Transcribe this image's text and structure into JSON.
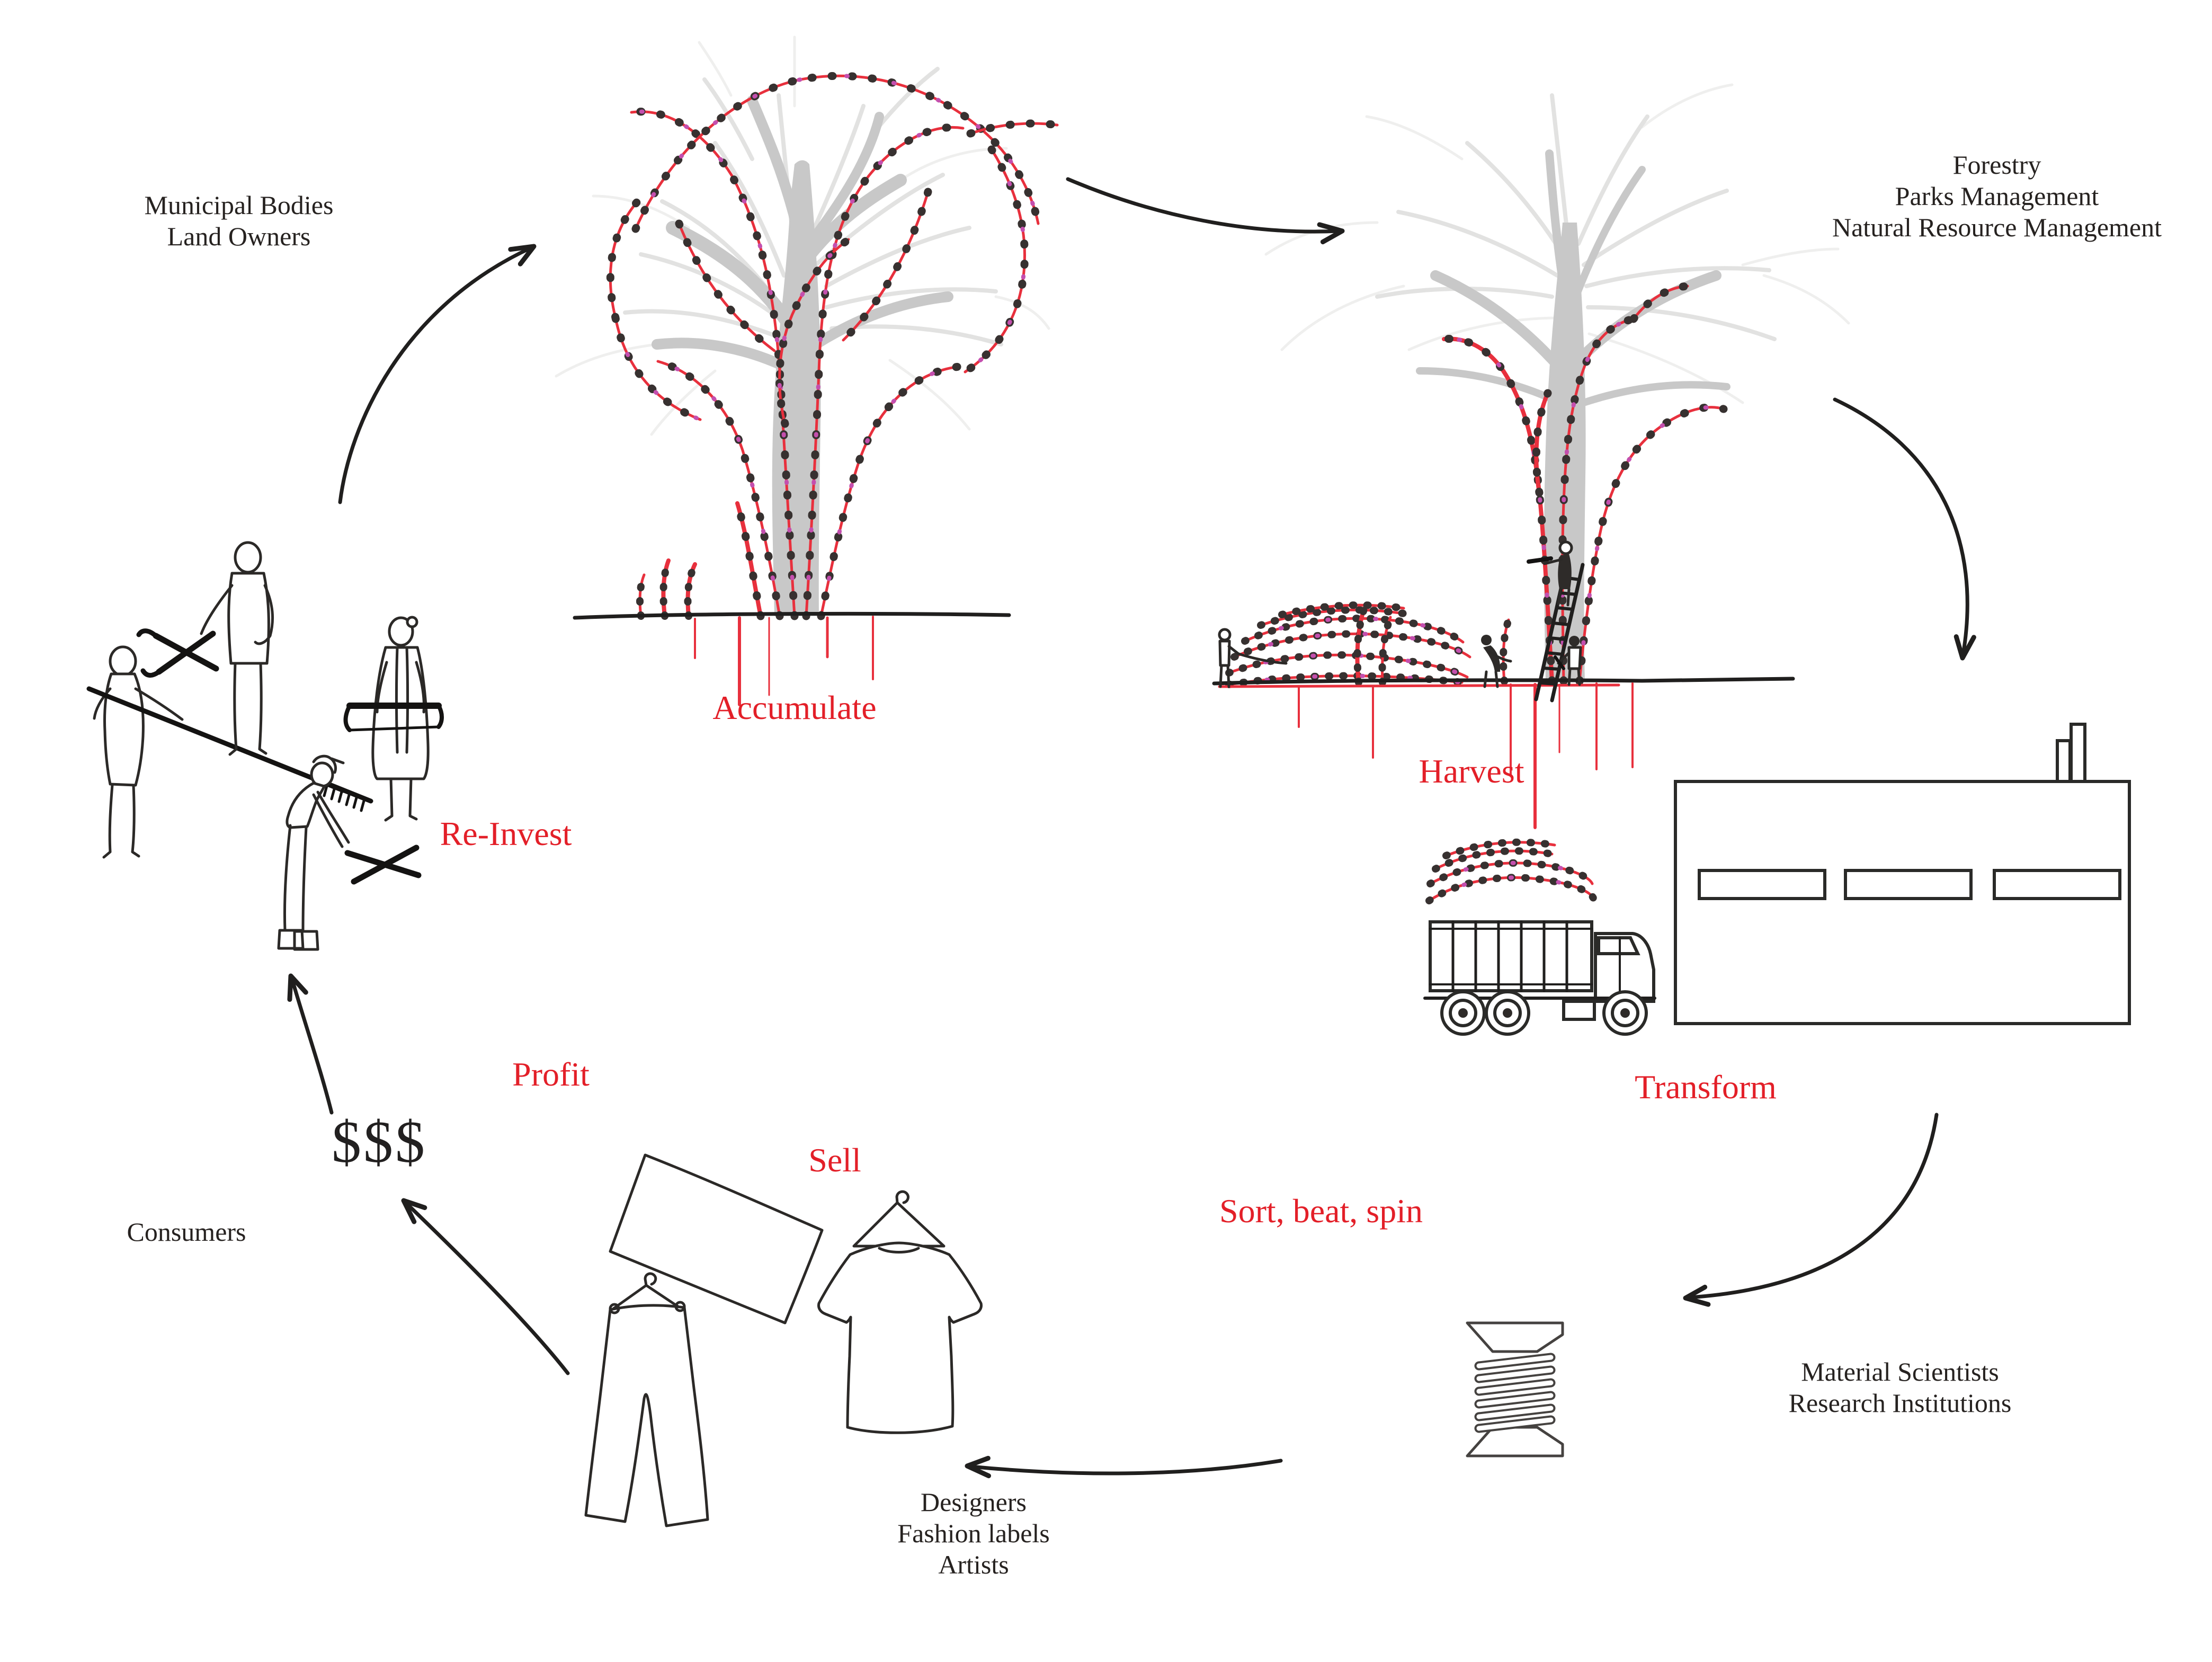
{
  "title_hint": "Vine harvesting circular economy diagram",
  "colors": {
    "accent_red": "#e31f28",
    "vine_red": "#e8303d",
    "vine_magenta": "#c44fae",
    "ink": "#262220",
    "tree_grey": "#c8c8c8"
  },
  "stages": {
    "accumulate": "Accumulate",
    "harvest": "Harvest",
    "transform": "Transform",
    "process": "Sort, beat, spin",
    "sell": "Sell",
    "profit": "Profit",
    "reinvest": "Re-Invest"
  },
  "money": "$$$",
  "stakeholders": {
    "municipal": {
      "line1": "Municipal Bodies",
      "line2": "Land Owners"
    },
    "forestry": {
      "line1": "Forestry",
      "line2": "Parks Management",
      "line3": "Natural Resource Management"
    },
    "material": {
      "line1": "Material Scientists",
      "line2": "Research Institutions"
    },
    "designers": {
      "line1": "Designers",
      "line2": "Fashion labels",
      "line3": "Artists"
    },
    "consumers": "Consumers"
  },
  "icons": {
    "tree_accumulate": "tree-covered-in-vines-icon",
    "tree_harvest": "tree-being-harvested-icon",
    "truck": "loaded-truck-icon",
    "factory": "factory-building-icon",
    "spool": "thread-spool-icon",
    "clothes": "clothing-icon"
  }
}
